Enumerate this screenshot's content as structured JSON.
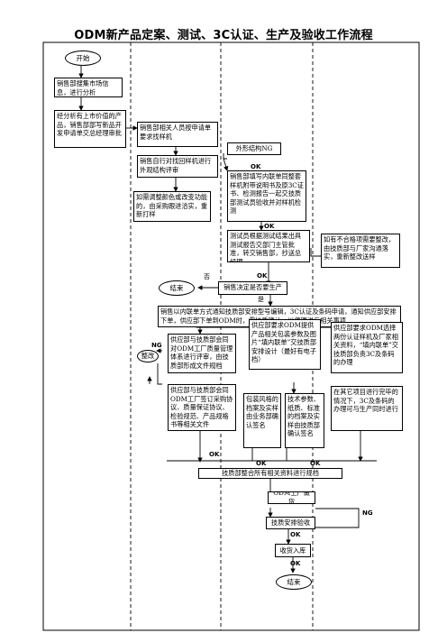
{
  "title": "ODM新产品定案、测试、3C认证、生产及验收工作流程",
  "nodes": {
    "start": "开始",
    "collect_info": "销售部搜集市场信息，进行分析",
    "manager_analysis": "经分析有上市价值的产品，销售部部写新品开发申请单交总经理审批",
    "sample_sheet": "销售部相关人员按申请单要求找样机",
    "find_sample": "销售自行对找回样机进行外观结构评审",
    "ext_ng": "外形结构NG",
    "fill_order": "销售部填写内联单同整套样机附带说明书及原3C证书、检测报告一起交技质部测试员验收并对样机检测",
    "adjust_color": "如需调整颜色或改变功能的，由采购跟进洽实，重新打样",
    "test_report": "测试员根据测试结果出具测试报告交部门主管批准，转交销售部，抄送总经理",
    "not_conform": "如有不合格项需要整改，由技质部与厂家沟通落实，重新整改送样",
    "end_left": "结束",
    "decide_production": "销售决定是否要生产",
    "notify_odm": "销售以内联单方式通知技质部安排型号编辑，3C认证及条码申请，通知供应部安排下单，供应部下单到ODM时，需技质确认，以便跟进与相关事项",
    "supply_eval": "供应部与技质部会同对ODM工厂质量管理体系进行评审，由技质部形成文件规档",
    "rectify": "整改",
    "tech_3c": "供应部要求ODM提供产品相关包装参数及图片“填内联单”交技质部安排设计（最好有电子档）",
    "apply_3c": "供应部要求ODM选择两份认证样机及厂家相关资料，“填内联单”交技质部负责3C及条码的办理",
    "sign_agreement": "供应部与技质部会同ODM工厂签订采购协议、质量保证协议、检验规范、产品规格书等相关文件",
    "pkg_design": "包装风格的档案及实样由业务部确认签名",
    "tech_params": "技术参数、纸质、标准的档案及实样由技质部确认签名",
    "after_cert": "在其它项目进行完毕的情况下，3C及条码的办理可与生产同时进行",
    "consolidate": "技质部整合所有相关资料进行规档",
    "odm_production": "ODM工厂做货",
    "inspect": "技质安排验收",
    "receive": "收货入库",
    "end_bottom": "结束"
  },
  "labels": {
    "ng1": "NG",
    "ok": "OK",
    "no": "否",
    "is": "是",
    "ng2": "NG"
  }
}
